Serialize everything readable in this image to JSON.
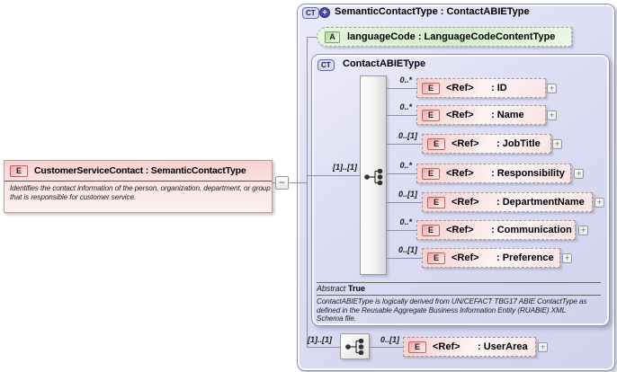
{
  "diagram": {
    "root": {
      "badge": "E",
      "title": "CustomerServiceContact : SemanticContactType",
      "annotation": "Identifies the contact information of the person, organization, department, or group that is responsible for customer service."
    },
    "outer": {
      "badge": "CT",
      "title": "SemanticContactType : ContactABIEType",
      "attribute": {
        "badge": "A",
        "label": "languageCode : LanguageCodeContentType"
      },
      "content_cardinality": "[1]..[1]",
      "inner": {
        "badge": "CT",
        "title": "ContactABIEType",
        "elements": [
          {
            "cardinality": "0..*",
            "badge": "E",
            "name": "<Ref>",
            "type": ": ID"
          },
          {
            "cardinality": "0..*",
            "badge": "E",
            "name": "<Ref>",
            "type": ": Name"
          },
          {
            "cardinality": "0..[1]",
            "badge": "E",
            "name": "<Ref>",
            "type": ": JobTitle"
          },
          {
            "cardinality": "0..*",
            "badge": "E",
            "name": "<Ref>",
            "type": ": Responsibility"
          },
          {
            "cardinality": "0..[1]",
            "badge": "E",
            "name": "<Ref>",
            "type": ": DepartmentName"
          },
          {
            "cardinality": "0..*",
            "badge": "E",
            "name": "<Ref>",
            "type": ": Communication"
          },
          {
            "cardinality": "0..[1]",
            "badge": "E",
            "name": "<Ref>",
            "type": ": Preference"
          }
        ],
        "facets": {
          "label": "Abstract",
          "value": "True"
        },
        "annotation": "ContactABIEType is logically derived from UN/CEFACT TBG17 ABIE ContactType as defined in the Reusable Aggregate Business Information Entity (RUABIE) XML Schema file."
      },
      "user_area_row": {
        "compositor_cardinality": "[1]..[1]",
        "cardinality": "0..[1]",
        "badge": "E",
        "name": "<Ref>",
        "type": ": UserArea"
      }
    },
    "icons": {
      "plus": "+",
      "minus": "−",
      "ct_plus": "+"
    },
    "colors": {
      "lavender": "#dcdcf3",
      "pink": "#f8d2d2",
      "green": "#dff2d8",
      "line": "#8f8f9f"
    }
  }
}
